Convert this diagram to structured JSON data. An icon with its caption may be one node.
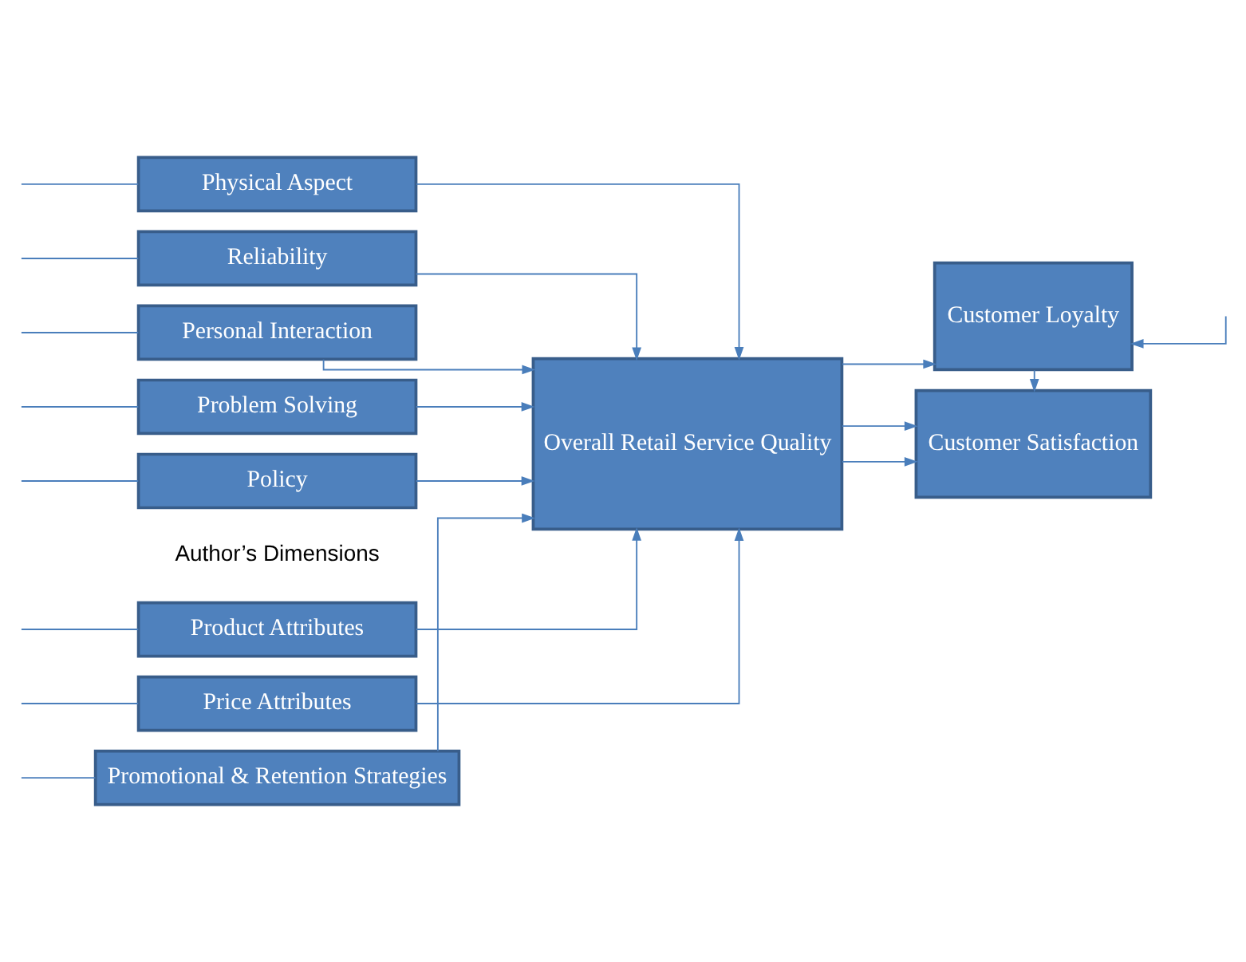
{
  "diagram": {
    "nodes": [
      {
        "text": [
          "Physical Aspect"
        ]
      },
      {
        "text": [
          "Reliability"
        ]
      },
      {
        "text": [
          "Personal Interaction"
        ]
      },
      {
        "text": [
          "Problem Solving"
        ]
      },
      {
        "text": [
          "Policy"
        ]
      },
      {
        "text": [
          "Product Attributes"
        ]
      },
      {
        "text": [
          "Price Attributes"
        ]
      },
      {
        "text": [
          "Promotional & Retention Strategies"
        ]
      },
      {
        "text": [
          "Overall Retail Service Quality"
        ]
      },
      {
        "text": [
          "Customer Satisfaction"
        ]
      },
      {
        "text": [
          "Customer Loyalty"
        ]
      }
    ],
    "edges": [
      {
        "from": null,
        "to": 0,
        "arrow": "none"
      },
      {
        "from": null,
        "to": 1,
        "arrow": "none"
      },
      {
        "from": null,
        "to": 2,
        "arrow": "none"
      },
      {
        "from": null,
        "to": 3,
        "arrow": "none"
      },
      {
        "from": null,
        "to": 4,
        "arrow": "none"
      },
      {
        "from": null,
        "to": 5,
        "arrow": "none"
      },
      {
        "from": null,
        "to": 6,
        "arrow": "none"
      },
      {
        "from": null,
        "to": 7,
        "arrow": "none"
      },
      {
        "from": 0,
        "to": 8,
        "arrow": "to"
      },
      {
        "from": 1,
        "to": 8,
        "arrow": "to"
      },
      {
        "from": 2,
        "to": 8,
        "arrow": "to"
      },
      {
        "from": 3,
        "to": 8,
        "arrow": "to"
      },
      {
        "from": 4,
        "to": 8,
        "arrow": "to"
      },
      {
        "from": 5,
        "to": 8,
        "arrow": "to"
      },
      {
        "from": 6,
        "to": 8,
        "arrow": "to"
      },
      {
        "from": 7,
        "to": 8,
        "arrow": "to"
      },
      {
        "from": 8,
        "to": 9,
        "arrow": "to"
      },
      {
        "from": 8,
        "to": 9,
        "arrow": "to"
      },
      {
        "from": 8,
        "to": 10,
        "arrow": "to"
      },
      {
        "from": 10,
        "to": 9,
        "arrow": "to"
      },
      {
        "from": null,
        "to": 10,
        "arrow": "to"
      }
    ],
    "labels": [
      "Author’s Dimensions"
    ]
  }
}
